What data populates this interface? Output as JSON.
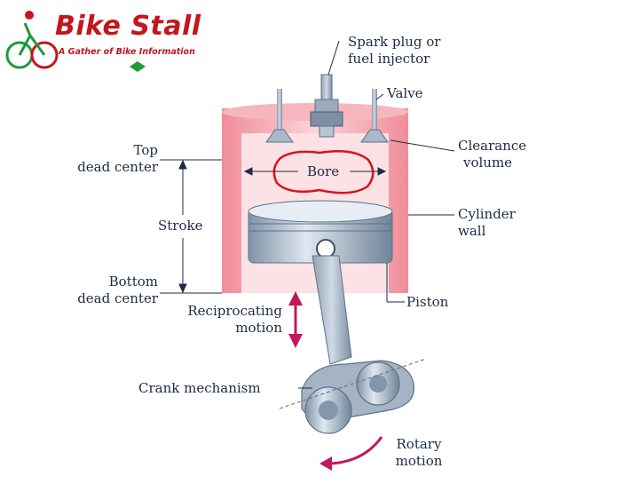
{
  "brand": {
    "name": "Bike Stall",
    "tagline": "A Gather of Bike Information",
    "colors": {
      "red": "#c4161c",
      "green": "#1f9a3a"
    }
  },
  "labels": {
    "spark_plug_line1": "Spark plug or",
    "spark_plug_line2": "fuel injector",
    "valve": "Valve",
    "top_dead_center_line1": "Top",
    "top_dead_center_line2": "dead center",
    "clearance_volume_line1": "Clearance",
    "clearance_volume_line2": "volume",
    "bore": "Bore",
    "stroke": "Stroke",
    "cylinder_wall_line1": "Cylinder",
    "cylinder_wall_line2": "wall",
    "bottom_dead_center_line1": "Bottom",
    "bottom_dead_center_line2": "dead center",
    "reciprocating_line1": "Reciprocating",
    "reciprocating_line2": "motion",
    "piston": "Piston",
    "crank_mechanism": "Crank mechanism",
    "rotary_line1": "Rotary",
    "rotary_line2": "motion"
  },
  "colors": {
    "cylinder": "#f2a3ad",
    "cylinder_light": "#fbd9dd",
    "bore_outline": "#d8141e",
    "metal": "#9fb0c2",
    "metal_dark": "#5d7187",
    "arrow": "#c2185b",
    "text": "#1f2a44"
  }
}
